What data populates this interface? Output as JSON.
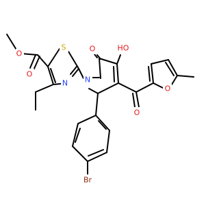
{
  "diagram": {
    "type": "chemical-structure",
    "atom_labels": [
      {
        "id": "o-ester-carbonyl",
        "text": "O",
        "color": "#E31A1C"
      },
      {
        "id": "o-ester",
        "text": "O",
        "color": "#E31A1C"
      },
      {
        "id": "s-thiazole",
        "text": "S",
        "color": "#C7A700"
      },
      {
        "id": "n-thiazole",
        "text": "N",
        "color": "#1F3FFF"
      },
      {
        "id": "n-pyrrole",
        "text": "N",
        "color": "#1F3FFF"
      },
      {
        "id": "o-lactam",
        "text": "O",
        "color": "#E31A1C"
      },
      {
        "id": "ho-hydroxyl",
        "text": "HO",
        "color": "#E31A1C"
      },
      {
        "id": "o-furan",
        "text": "O",
        "color": "#E31A1C"
      },
      {
        "id": "o-ketone",
        "text": "O",
        "color": "#E31A1C"
      },
      {
        "id": "br-bromo",
        "text": "Br",
        "color": "#8B2A0E"
      }
    ]
  }
}
